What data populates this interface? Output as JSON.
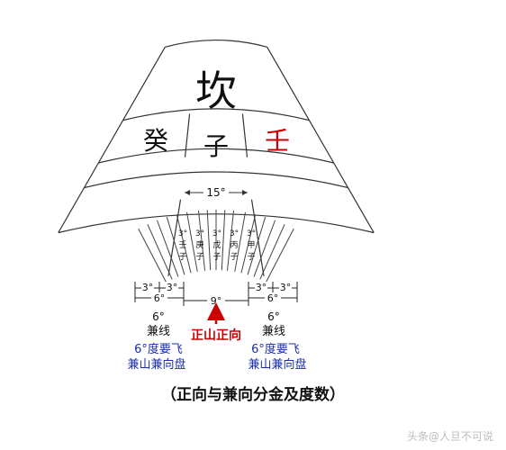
{
  "top_trigram": "坎",
  "mountains": {
    "left": "癸",
    "center": "子",
    "right": "壬",
    "right_color": "#cc0000"
  },
  "sector_span": "15°",
  "fen_jin": [
    {
      "deg": "3°",
      "name": "壬子"
    },
    {
      "deg": "3°",
      "name": "庚子"
    },
    {
      "deg": "3°",
      "name": "戊子"
    },
    {
      "deg": "3°",
      "name": "丙子"
    },
    {
      "deg": "3°",
      "name": "甲子"
    }
  ],
  "dims": {
    "left_small_a": "3°",
    "left_small_b": "3°",
    "left_total": "6°",
    "center": "9°",
    "right_small_a": "3°",
    "right_small_b": "3°",
    "right_total": "6°"
  },
  "labels": {
    "left_deg": "6°",
    "left_jian": "兼线",
    "zheng": "正山正向",
    "right_deg": "6°",
    "right_jian": "兼线",
    "left_note_1": "6°度要飞",
    "left_note_2": "兼山兼向盘",
    "right_note_1": "6°度要飞",
    "right_note_2": "兼山兼向盘"
  },
  "caption": "（正向与兼向分金及度数）",
  "watermark": "头条@人旦不可说",
  "colors": {
    "black": "#111111",
    "red": "#cc0000",
    "blue": "#1a2fa8"
  }
}
